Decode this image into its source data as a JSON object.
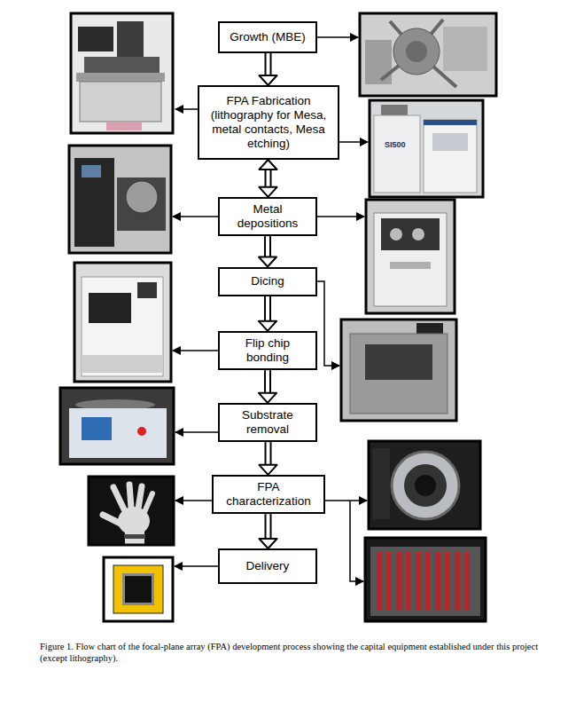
{
  "diagram": {
    "caption": "Figure 1. Flow chart of the focal-plane array (FPA) development process showing the capital equipment established under this project (except lithography).",
    "nodes": [
      {
        "text": [
          "Growth (MBE)"
        ]
      },
      {
        "text": [
          "FPA Fabrication (lithography for Mesa, metal contacts, Mesa etching)"
        ]
      },
      {
        "text": [
          "Metal depositions"
        ]
      },
      {
        "text": [
          "Dicing"
        ]
      },
      {
        "text": [
          "Flip chip bonding"
        ]
      },
      {
        "text": [
          "Substrate removal"
        ]
      },
      {
        "text": [
          "FPA characterization"
        ]
      },
      {
        "text": [
          "Delivery"
        ]
      }
    ],
    "edges": [
      {
        "from": 0,
        "to": 1,
        "arrow": "to"
      },
      {
        "from": 1,
        "to": 2,
        "arrow": "both"
      },
      {
        "from": 2,
        "to": 3,
        "arrow": "to"
      },
      {
        "from": 3,
        "to": 4,
        "arrow": "to"
      },
      {
        "from": 4,
        "to": 5,
        "arrow": "to"
      },
      {
        "from": 5,
        "to": 6,
        "arrow": "to"
      },
      {
        "from": 6,
        "to": 7,
        "arrow": "to"
      }
    ],
    "labels": [
      "SI500"
    ]
  }
}
